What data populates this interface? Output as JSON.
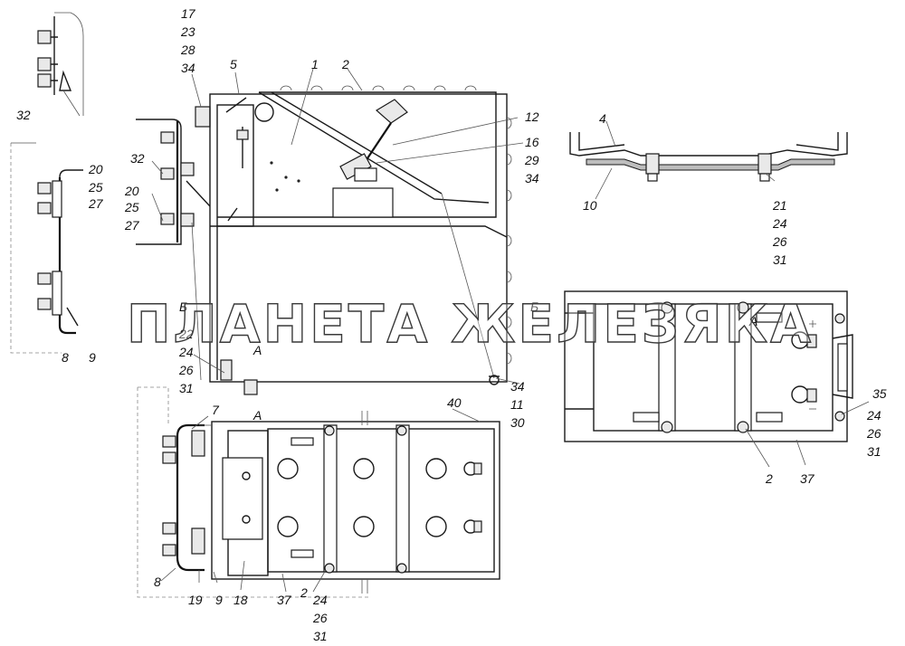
{
  "callouts": [
    {
      "id": "c-17",
      "text": "17"
    },
    {
      "id": "c-23",
      "text": "23"
    },
    {
      "id": "c-28",
      "text": "28"
    },
    {
      "id": "c-34a",
      "text": "34"
    },
    {
      "id": "c-5",
      "text": "5"
    },
    {
      "id": "c-1",
      "text": "1"
    },
    {
      "id": "c-2a",
      "text": "2"
    },
    {
      "id": "c-32a",
      "text": "32"
    },
    {
      "id": "c-32b",
      "text": "32"
    },
    {
      "id": "c-20a",
      "text": "20"
    },
    {
      "id": "c-25a",
      "text": "25"
    },
    {
      "id": "c-27a",
      "text": "27"
    },
    {
      "id": "c-20b",
      "text": "20"
    },
    {
      "id": "c-25b",
      "text": "25"
    },
    {
      "id": "c-27b",
      "text": "27"
    },
    {
      "id": "c-12",
      "text": "12"
    },
    {
      "id": "c-16",
      "text": "16"
    },
    {
      "id": "c-29",
      "text": "29"
    },
    {
      "id": "c-34b",
      "text": "34"
    },
    {
      "id": "c-4",
      "text": "4"
    },
    {
      "id": "c-10",
      "text": "10"
    },
    {
      "id": "c-21",
      "text": "21"
    },
    {
      "id": "c-24a",
      "text": "24"
    },
    {
      "id": "c-26a",
      "text": "26"
    },
    {
      "id": "c-31a",
      "text": "31"
    },
    {
      "id": "c-b1",
      "text": "Б"
    },
    {
      "id": "c-22",
      "text": "22"
    },
    {
      "id": "c-24b",
      "text": "24"
    },
    {
      "id": "c-26b",
      "text": "26"
    },
    {
      "id": "c-31b",
      "text": "31"
    },
    {
      "id": "c-a1",
      "text": "А"
    },
    {
      "id": "c-a2",
      "text": "А"
    },
    {
      "id": "c-a3",
      "text": "А"
    },
    {
      "id": "c-b2",
      "text": "Б"
    },
    {
      "id": "c-34c",
      "text": "34"
    },
    {
      "id": "c-11",
      "text": "11"
    },
    {
      "id": "c-30",
      "text": "30"
    },
    {
      "id": "c-8a",
      "text": "8"
    },
    {
      "id": "c-9a",
      "text": "9"
    },
    {
      "id": "c-7",
      "text": "7"
    },
    {
      "id": "c-40",
      "text": "40"
    },
    {
      "id": "c-8b",
      "text": "8"
    },
    {
      "id": "c-19",
      "text": "19"
    },
    {
      "id": "c-9b",
      "text": "9"
    },
    {
      "id": "c-18",
      "text": "18"
    },
    {
      "id": "c-37a",
      "text": "37"
    },
    {
      "id": "c-2b",
      "text": "2"
    },
    {
      "id": "c-24c",
      "text": "24"
    },
    {
      "id": "c-26c",
      "text": "26"
    },
    {
      "id": "c-31c",
      "text": "31"
    },
    {
      "id": "c-35",
      "text": "35"
    },
    {
      "id": "c-24d",
      "text": "24"
    },
    {
      "id": "c-26d",
      "text": "26"
    },
    {
      "id": "c-31d",
      "text": "31"
    },
    {
      "id": "c-2c",
      "text": "2"
    },
    {
      "id": "c-37b",
      "text": "37"
    }
  ],
  "watermark": "ПЛАНЕТА ЖЕЛЕЗЯКА"
}
